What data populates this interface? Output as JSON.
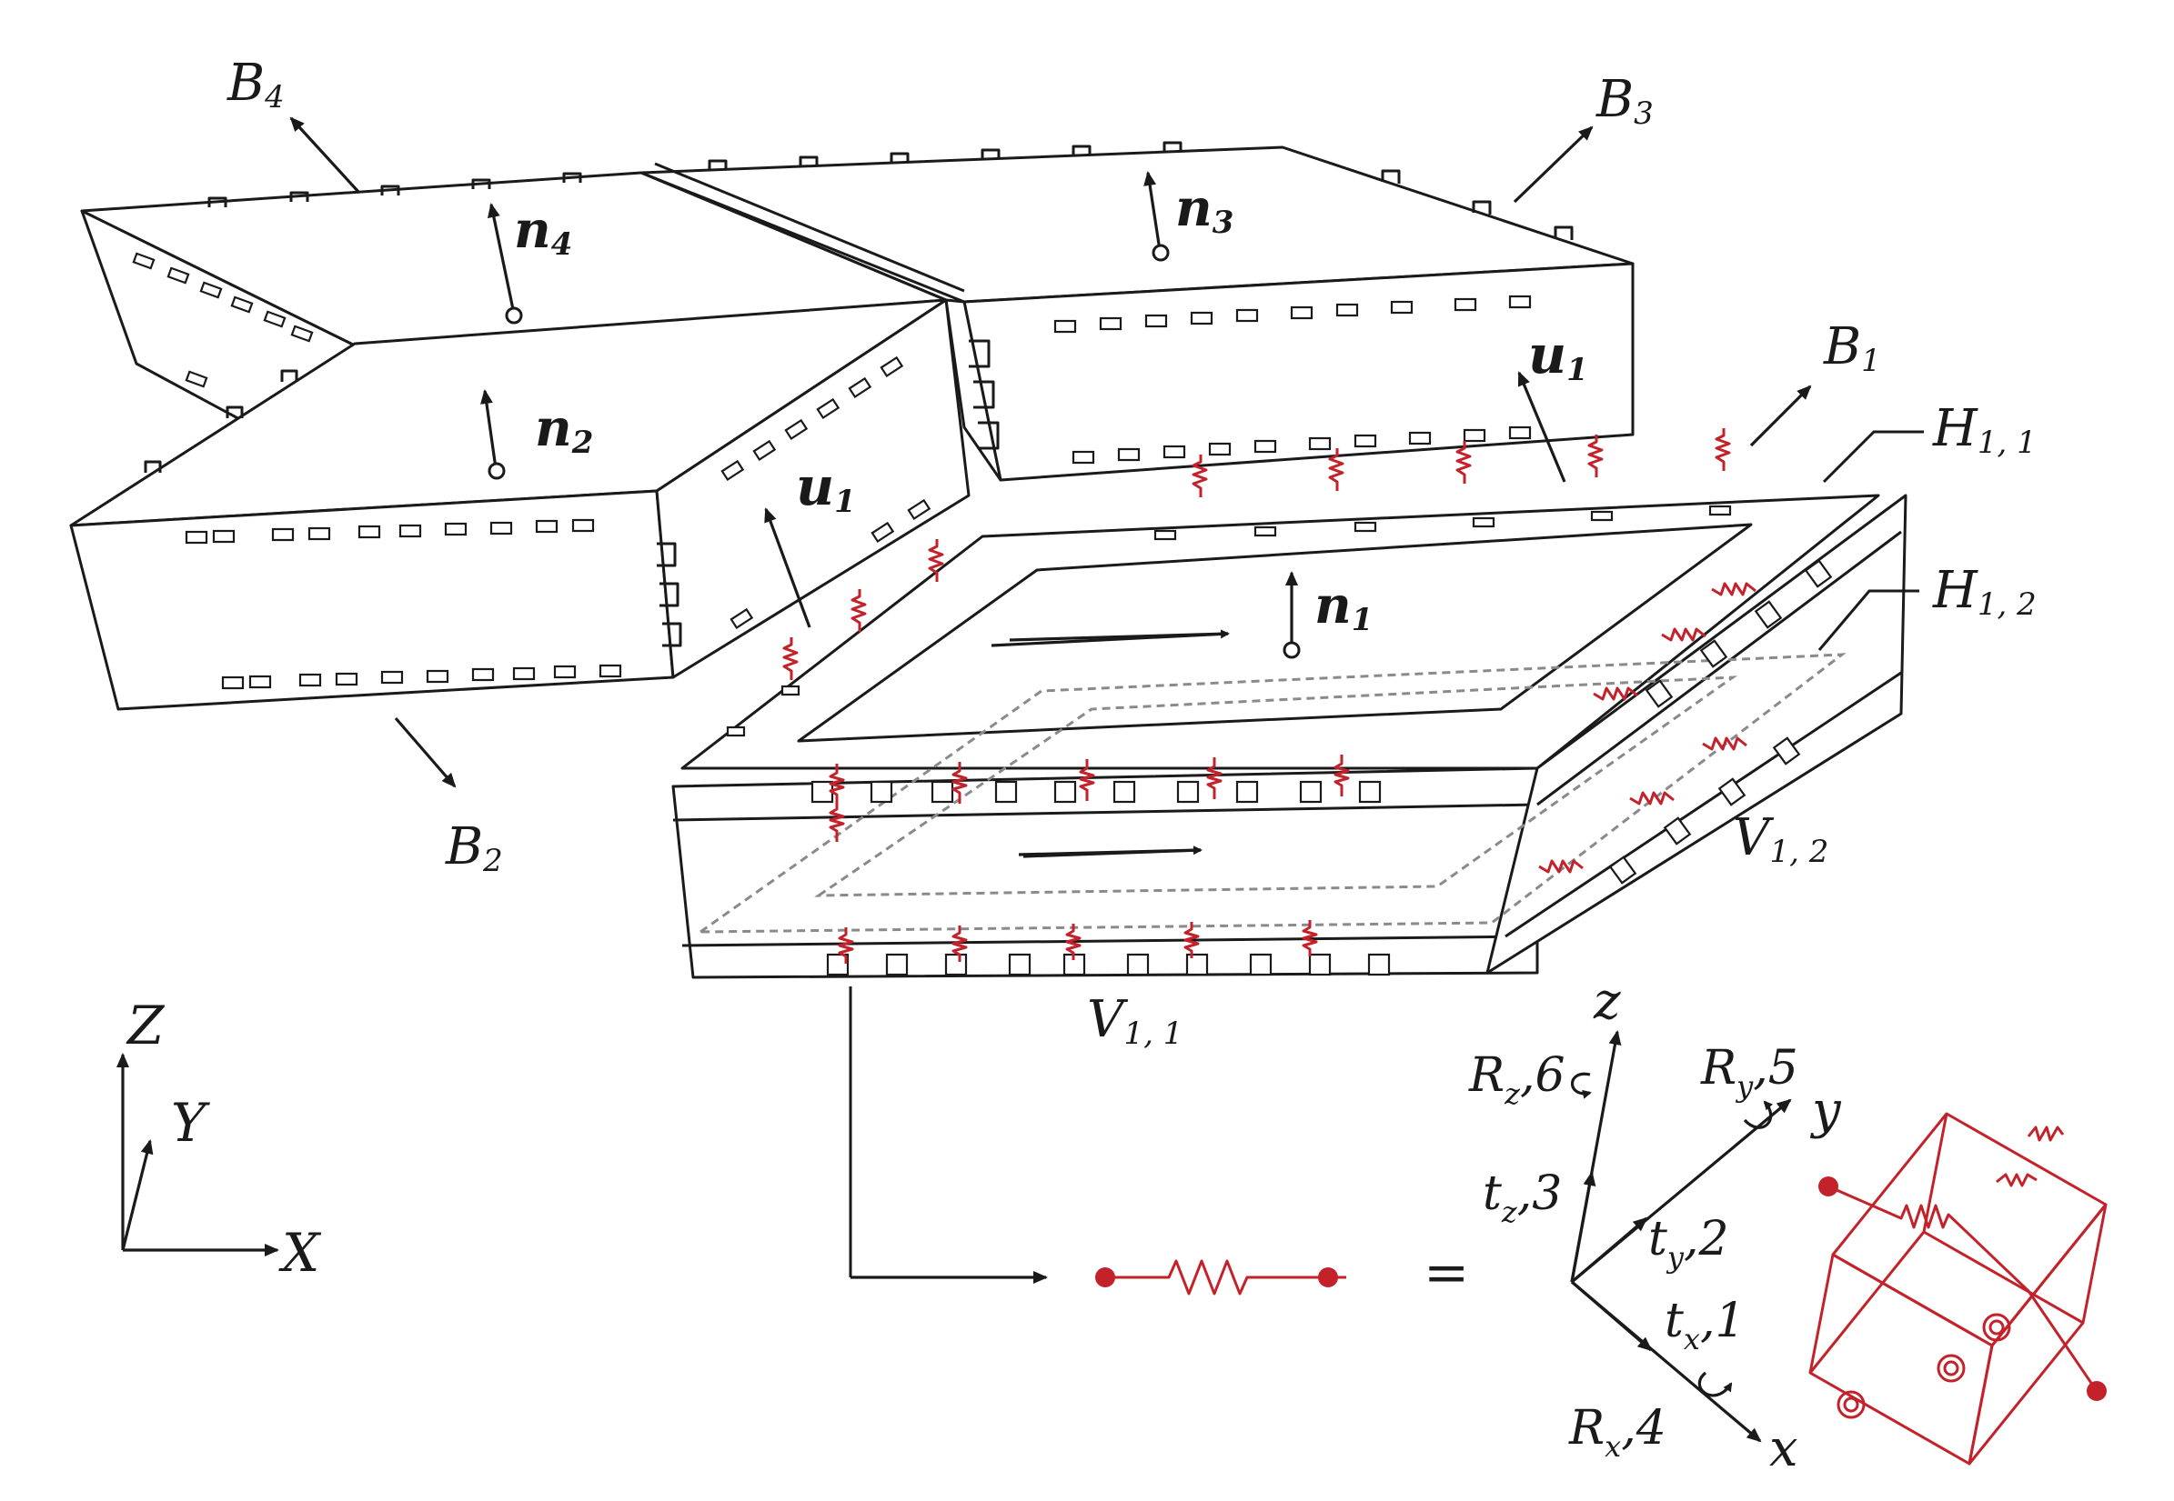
{
  "figure": {
    "blocks": {
      "b1": "B",
      "b1_sub": "1",
      "b2": "B",
      "b2_sub": "2",
      "b3": "B",
      "b3_sub": "3",
      "b4": "B",
      "b4_sub": "4"
    },
    "normals": {
      "n1": "n",
      "n1_sub": "1",
      "n2": "n",
      "n2_sub": "2",
      "n3": "n",
      "n3_sub": "3",
      "n4": "n",
      "n4_sub": "4"
    },
    "displacements": {
      "u_left": "u",
      "u_left_sub": "1",
      "u_right": "u",
      "u_right_sub": "1"
    },
    "joints": {
      "h11": "H",
      "h11_sub": "1, 1",
      "h12": "H",
      "h12_sub": "1, 2",
      "v11": "V",
      "v11_sub": "1, 1",
      "v12": "V",
      "v12_sub": "1, 2"
    },
    "global_axes": {
      "z": "Z",
      "y": "Y",
      "x": "X"
    },
    "equals": "=",
    "local_axes": {
      "z": "z",
      "y": "y",
      "x": "x",
      "tz": "t",
      "tz_sub": "z",
      "tz_num": ",3",
      "ty": "t",
      "ty_sub": "y",
      "ty_num": ",2",
      "tx": "t",
      "tx_sub": "x",
      "tx_num": ",1",
      "rz": "R",
      "rz_sub": "z",
      "rz_num": ",6",
      "ry": "R",
      "ry_sub": "y",
      "ry_num": ",5",
      "rx": "R",
      "rx_sub": "x",
      "rx_num": ",4"
    },
    "colors": {
      "ink": "#1a1a1a",
      "spring": "#c4222a",
      "hidden": "#8a8a8a"
    },
    "icons": [
      "arrow-icon",
      "spring-icon",
      "rotation-arrow-icon",
      "node-dot-icon"
    ]
  }
}
